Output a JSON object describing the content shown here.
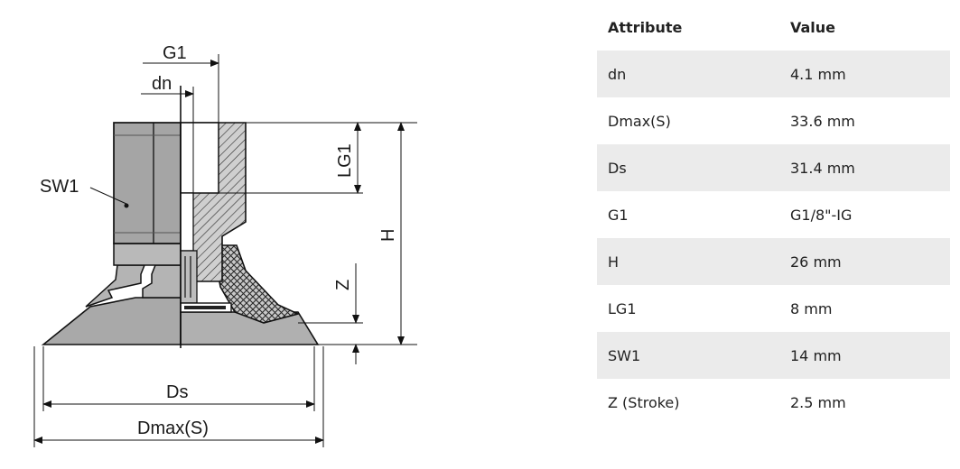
{
  "diagram": {
    "labels": {
      "g1": "G1",
      "dn": "dn",
      "sw1": "SW1",
      "lg1": "LG1",
      "h": "H",
      "z": "Z",
      "ds": "Ds",
      "dmax": "Dmax(S)"
    }
  },
  "table": {
    "headers": [
      "Attribute",
      "Value"
    ],
    "rows": [
      {
        "attribute": "dn",
        "value": "4.1 mm"
      },
      {
        "attribute": "Dmax(S)",
        "value": "33.6 mm"
      },
      {
        "attribute": "Ds",
        "value": "31.4 mm"
      },
      {
        "attribute": "G1",
        "value": "G1/8\"-IG"
      },
      {
        "attribute": "H",
        "value": "26 mm"
      },
      {
        "attribute": "LG1",
        "value": "8 mm"
      },
      {
        "attribute": "SW1",
        "value": "14 mm"
      },
      {
        "attribute": "Z (Stroke)",
        "value": "2.5 mm"
      }
    ]
  }
}
